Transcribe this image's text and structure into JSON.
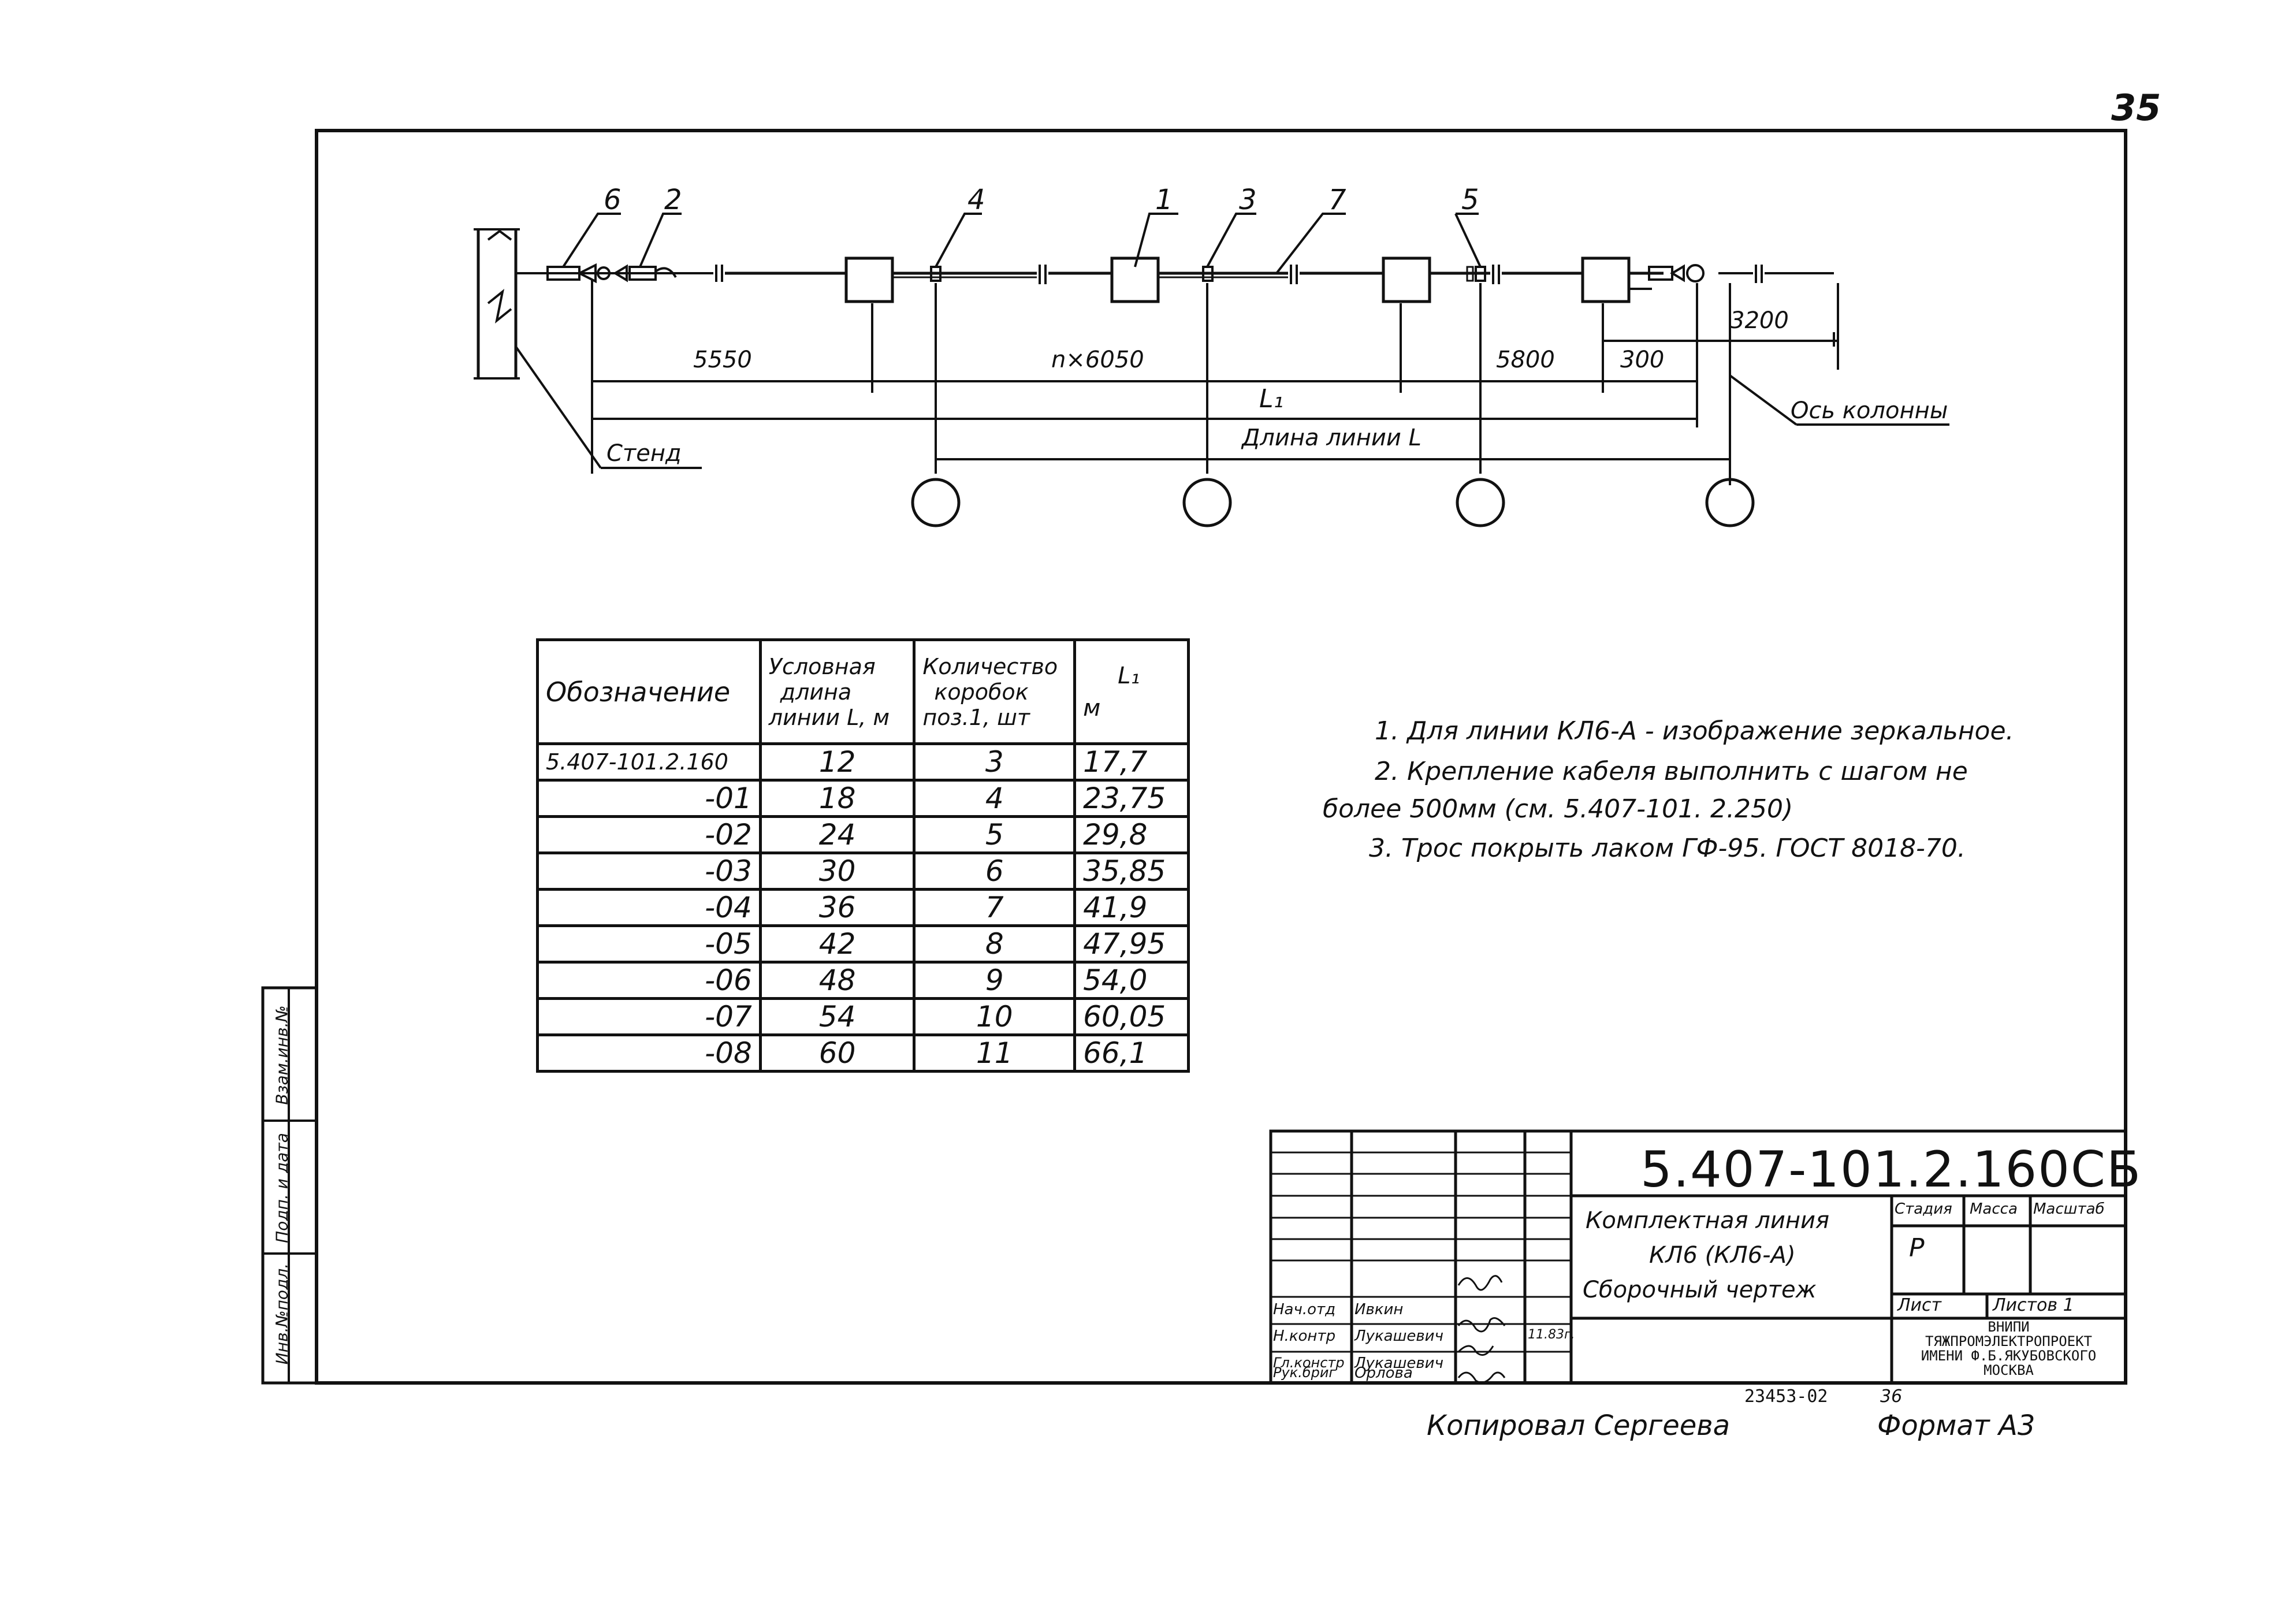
{
  "page_number": "35",
  "drawing": {
    "callouts": [
      "6",
      "2",
      "4",
      "1",
      "3",
      "7",
      "5"
    ],
    "dim_5550": "5550",
    "dim_nx6050": "n×6050",
    "dim_5800": "5800",
    "dim_300": "300",
    "dim_3200": "3200",
    "dim_L1": "L₁",
    "line_length_label": "Длина линии L",
    "stand_label": "Стенд",
    "column_axis_label": "Ось колонны"
  },
  "table": {
    "headers": [
      "Обозначение",
      "Условная длина линии L, м",
      "Количество коробок поз.1, шт",
      "L₁ м"
    ],
    "header_lines": {
      "col2": [
        "Условная",
        "длина",
        "линии L, м"
      ],
      "col3": [
        "Количество",
        "коробок",
        "поз.1, шт"
      ],
      "col4": [
        "L₁",
        "м"
      ]
    },
    "rows": [
      [
        "5.407-101.2.160",
        "12",
        "3",
        "17,7"
      ],
      [
        "-01",
        "18",
        "4",
        "23,75"
      ],
      [
        "-02",
        "24",
        "5",
        "29,8"
      ],
      [
        "-03",
        "30",
        "6",
        "35,85"
      ],
      [
        "-04",
        "36",
        "7",
        "41,9"
      ],
      [
        "-05",
        "42",
        "8",
        "47,95"
      ],
      [
        "-06",
        "48",
        "9",
        "54,0"
      ],
      [
        "-07",
        "54",
        "10",
        "60,05"
      ],
      [
        "-08",
        "60",
        "11",
        "66,1"
      ]
    ]
  },
  "notes": [
    "1. Для линии КЛ6-А - изображение зеркальное.",
    "2. Крепление кабеля выполнить с шагом не",
    "более 500мм (см. 5.407-101. 2.250)",
    "3. Трос покрыть лаком ГФ-95. ГОСТ 8018-70."
  ],
  "side_stamp": [
    "Инв.№подл.",
    "Подп. и дата",
    "Взам.инв.№"
  ],
  "title_block": {
    "doc_code": "5.407-101.2.160СБ",
    "title_lines": [
      "Комплектная линия",
      "КЛ6 (КЛ6-А)",
      "Сборочный чертеж"
    ],
    "stage_label": "Стадия",
    "mass_label": "Масса",
    "scale_label": "Масштаб",
    "stage_value": "Р",
    "sheet_label": "Лист",
    "sheets_label": "Листов 1",
    "org_lines": [
      "ВНИПИ",
      "ТЯЖПРОМЭЛЕКТРОПРОЕКТ",
      "ИМЕНИ Ф.Б.ЯКУБОВСКОГО",
      "МОСКВА"
    ],
    "signers": [
      {
        "role": "Нач.отд",
        "name": "Ивкин",
        "date": ""
      },
      {
        "role": "Н.контр",
        "name": "Лукашевич",
        "date": "11.83г."
      },
      {
        "role": "Гл.констр",
        "name": "Лукашевич",
        "date": ""
      },
      {
        "role": "Рук.бриг",
        "name": "Орлова",
        "date": ""
      }
    ]
  },
  "bottom": {
    "copied_by": "Копировал Сергеева",
    "archive_no": "23453-02",
    "sheet_ref": "36",
    "format": "Формат А3"
  }
}
